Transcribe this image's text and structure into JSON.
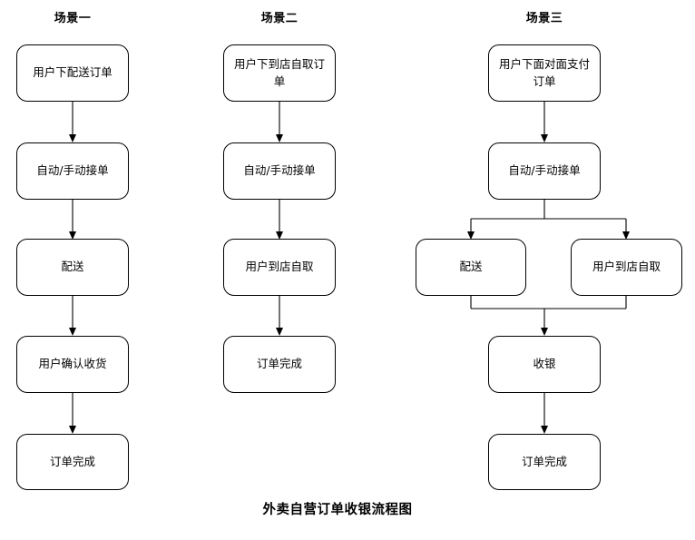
{
  "diagram": {
    "title": "外卖自营订单收银流程图",
    "background_color": "#ffffff",
    "line_color": "#000000",
    "node_fill": "#ffffff"
  },
  "columns": [
    {
      "header": "场景一",
      "nodes": [
        {
          "id": "c1n1",
          "label": "用户下配送订单"
        },
        {
          "id": "c1n2",
          "label": "自动/手动接单"
        },
        {
          "id": "c1n3",
          "label": "配送"
        },
        {
          "id": "c1n4",
          "label": "用户确认收货"
        },
        {
          "id": "c1n5",
          "label": "订单完成"
        }
      ]
    },
    {
      "header": "场景二",
      "nodes": [
        {
          "id": "c2n1",
          "label": "用户下到店自取订单"
        },
        {
          "id": "c2n2",
          "label": "自动/手动接单"
        },
        {
          "id": "c2n3",
          "label": "用户到店自取"
        },
        {
          "id": "c2n4",
          "label": "订单完成"
        }
      ]
    },
    {
      "header": "场景三",
      "nodes": [
        {
          "id": "c3n1",
          "label": "用户下面对面支付订单"
        },
        {
          "id": "c3n2",
          "label": "自动/手动接单"
        },
        {
          "id": "c3n3",
          "label": "配送"
        },
        {
          "id": "c3n4",
          "label": "用户到店自取"
        },
        {
          "id": "c3n5",
          "label": "收银"
        },
        {
          "id": "c3n6",
          "label": "订单完成"
        }
      ]
    }
  ],
  "chart_data": {
    "type": "flowchart",
    "title": "外卖自营订单收银流程图",
    "lanes": [
      {
        "name": "场景一",
        "steps": [
          "用户下配送订单",
          "自动/手动接单",
          "配送",
          "用户确认收货",
          "订单完成"
        ],
        "edges": [
          [
            "用户下配送订单",
            "自动/手动接单"
          ],
          [
            "自动/手动接单",
            "配送"
          ],
          [
            "配送",
            "用户确认收货"
          ],
          [
            "用户确认收货",
            "订单完成"
          ]
        ]
      },
      {
        "name": "场景二",
        "steps": [
          "用户下到店自取订单",
          "自动/手动接单",
          "用户到店自取",
          "订单完成"
        ],
        "edges": [
          [
            "用户下到店自取订单",
            "自动/手动接单"
          ],
          [
            "自动/手动接单",
            "用户到店自取"
          ],
          [
            "用户到店自取",
            "订单完成"
          ]
        ]
      },
      {
        "name": "场景三",
        "steps": [
          "用户下面对面支付订单",
          "自动/手动接单",
          "配送",
          "用户到店自取",
          "收银",
          "订单完成"
        ],
        "edges": [
          [
            "用户下面对面支付订单",
            "自动/手动接单"
          ],
          [
            "自动/手动接单",
            "配送"
          ],
          [
            "自动/手动接单",
            "用户到店自取"
          ],
          [
            "配送",
            "收银"
          ],
          [
            "用户到店自取",
            "收银"
          ],
          [
            "收银",
            "订单完成"
          ]
        ],
        "branch": true
      }
    ]
  }
}
